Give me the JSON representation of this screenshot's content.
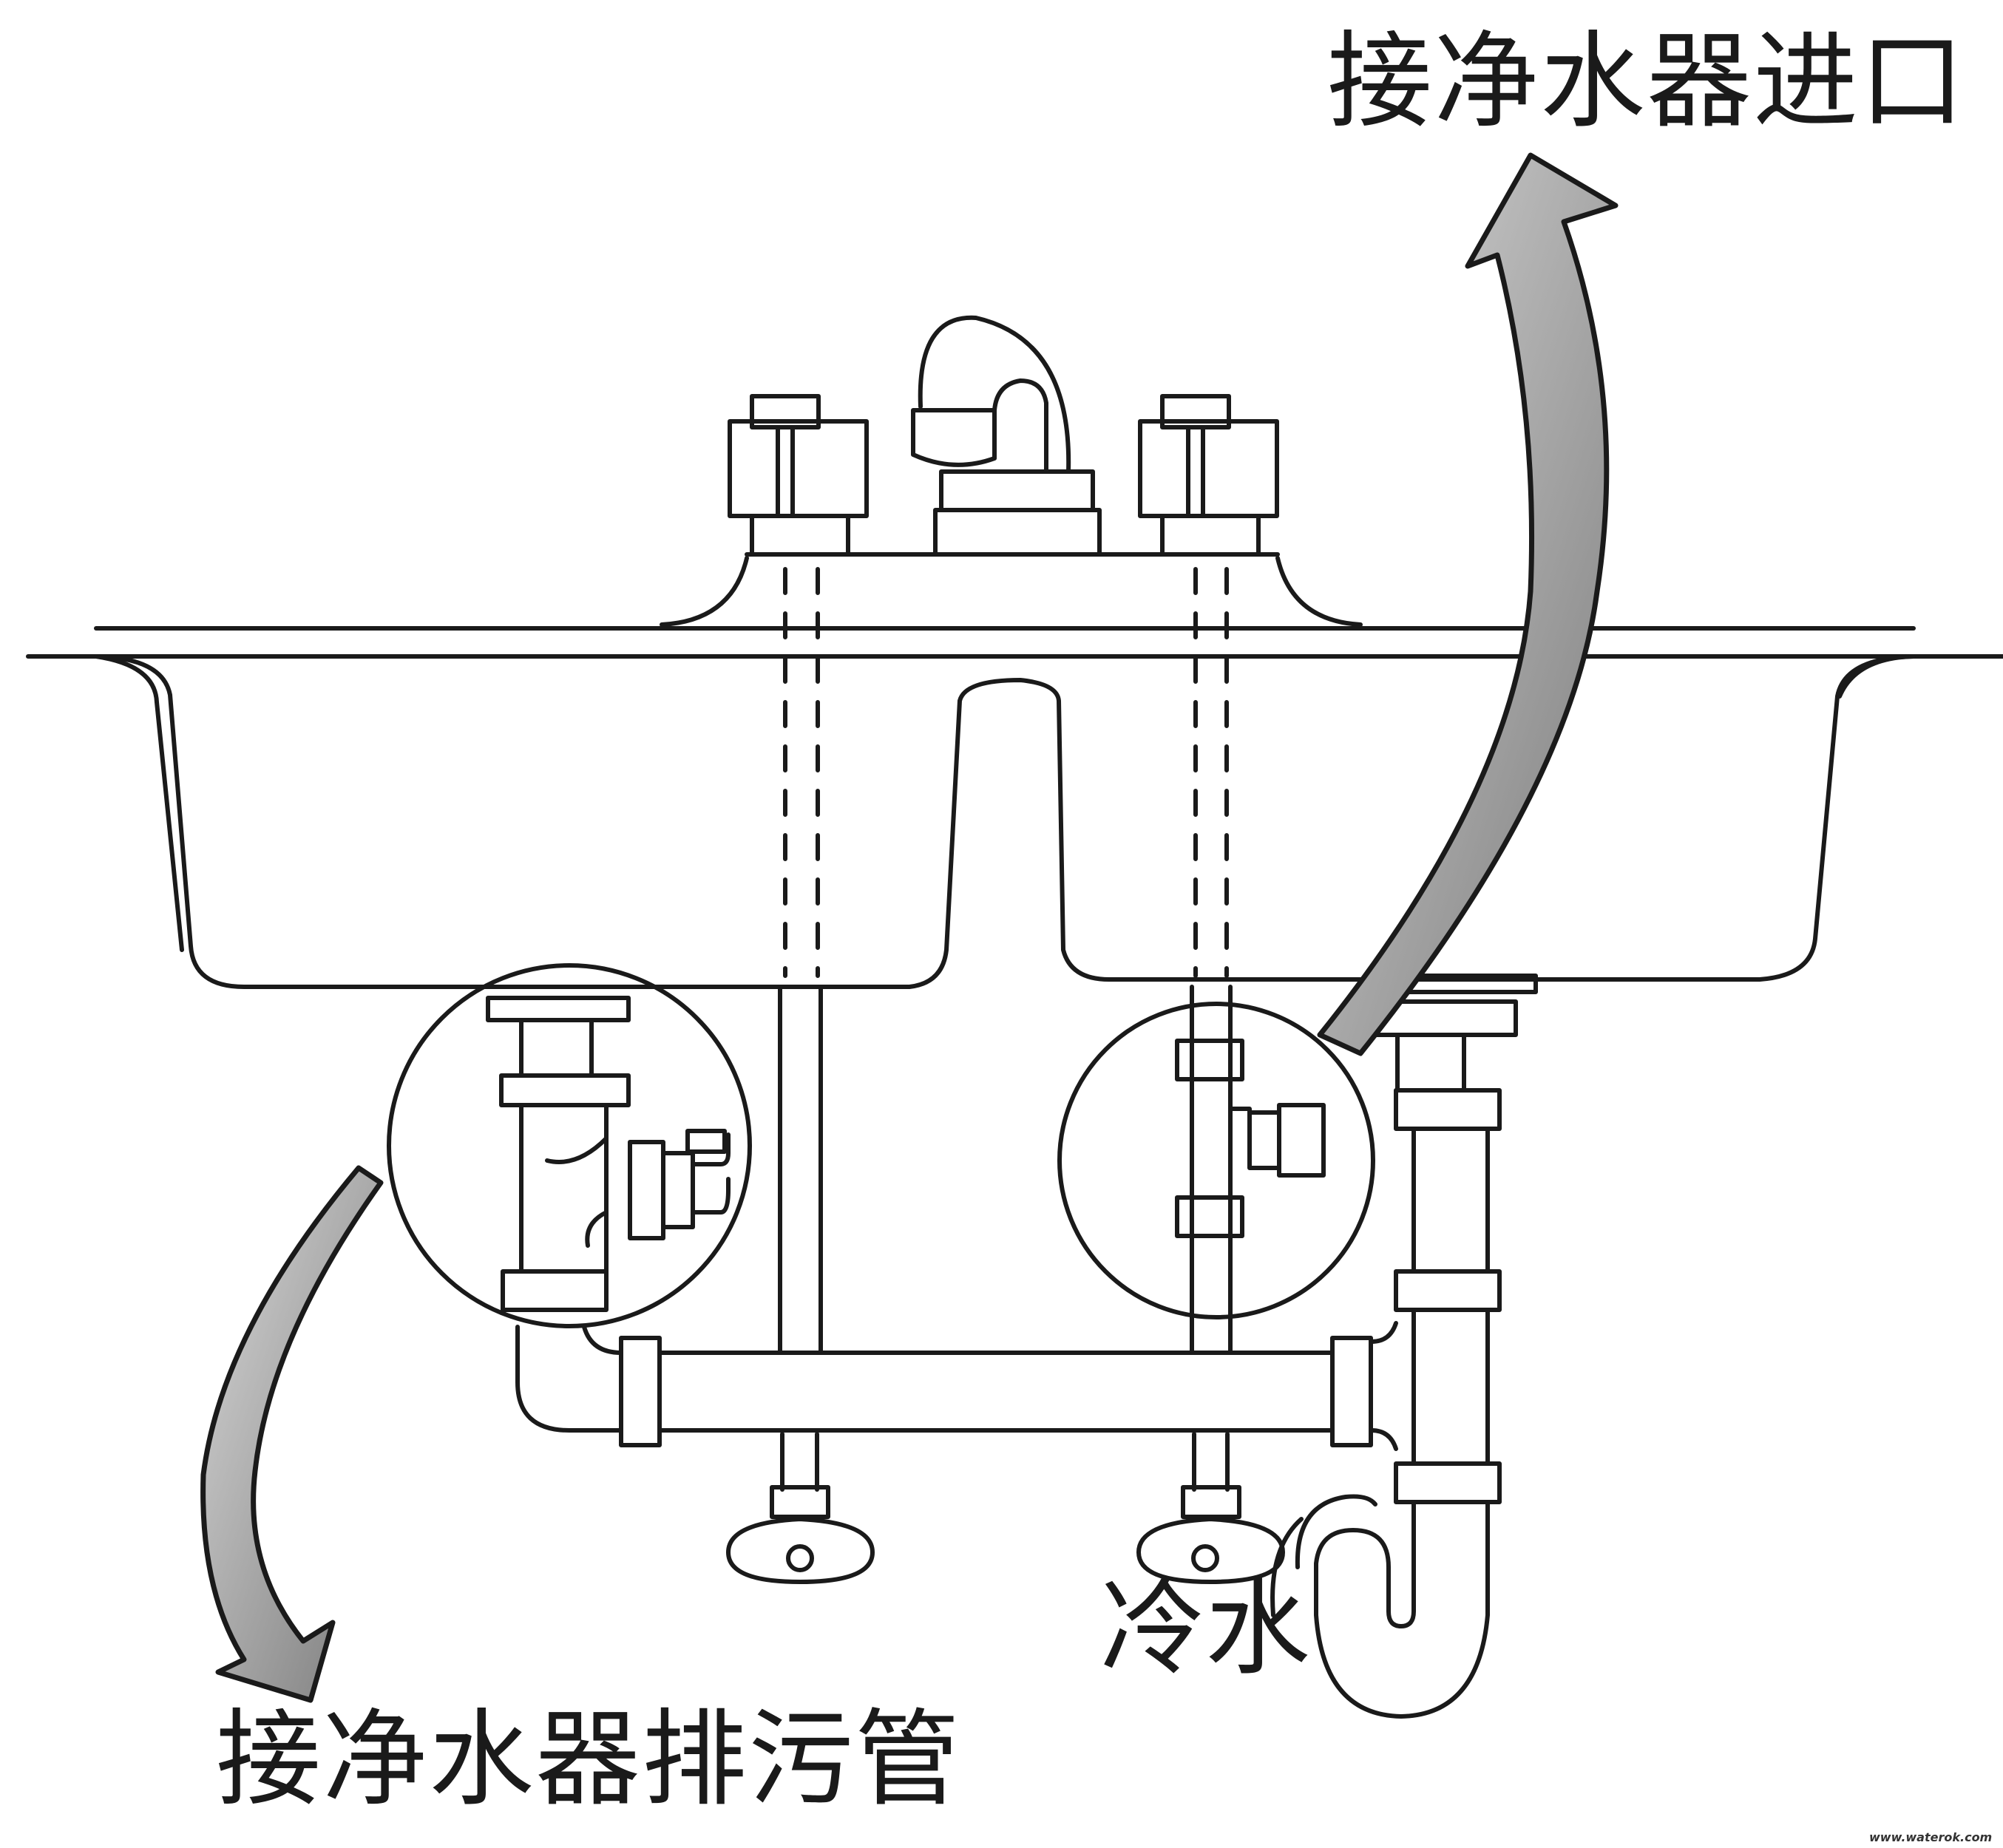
{
  "labels": {
    "purifier_inlet": "接净水器进口",
    "purifier_drain": "接净水器排污管",
    "cold_water": "冷水",
    "watermark": "www.waterok.com"
  },
  "colors": {
    "stroke": "#1a1a1a",
    "arrow_fill": "#8a8a8a",
    "background": "#ffffff"
  }
}
